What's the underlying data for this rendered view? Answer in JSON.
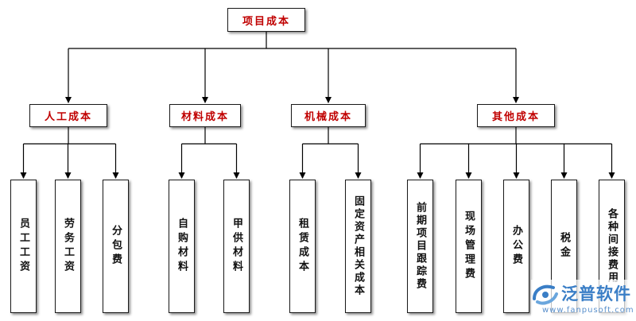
{
  "root": {
    "label": "项目成本"
  },
  "categories": [
    {
      "label": "人工成本",
      "items": [
        "员工工资",
        "劳务工资",
        "分包费"
      ]
    },
    {
      "label": "材料成本",
      "items": [
        "自购材料",
        "甲供材料"
      ]
    },
    {
      "label": "机械成本",
      "items": [
        "租赁成本",
        "固定资产相关成本"
      ]
    },
    {
      "label": "其他成本",
      "items": [
        "前期项目跟踪费",
        "现场管理费",
        "办公费",
        "税金",
        "各种间接费用"
      ]
    }
  ],
  "colors": {
    "heading_text": "#c00000",
    "line": "#000000",
    "border": "#1a1a1a",
    "logo": "#3a7ec6"
  },
  "watermark": {
    "brand": "泛普软件",
    "url": "www.fanpusoft.com",
    "icon": "fanpu-logo-icon"
  }
}
